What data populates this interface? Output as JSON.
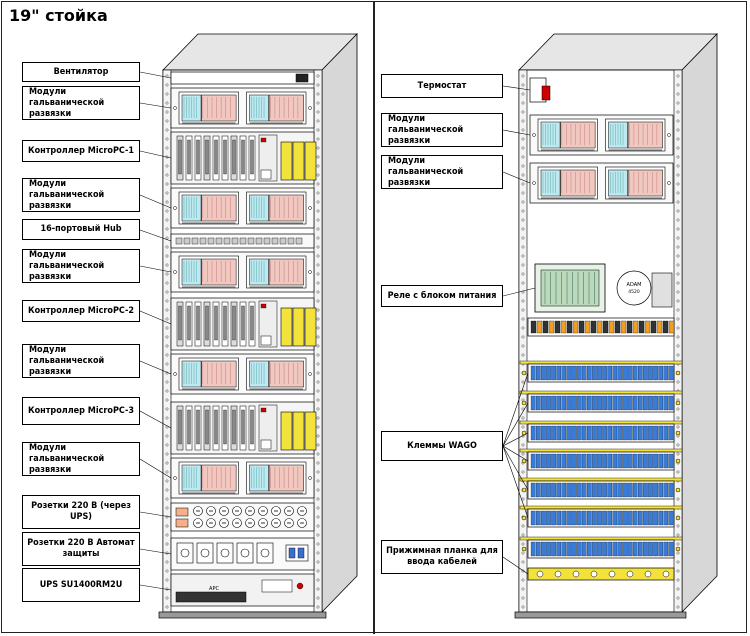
{
  "title": "19\" стойка",
  "left_labels": [
    "Вентилятор",
    "Модули гальванической развязки",
    "Контроллер MicroPC-1",
    "Модули гальванической развязки",
    "16-портовый Hub",
    "Модули гальванической развязки",
    "Контроллер MicroPC-2",
    "Модули гальванической развязки",
    "Контроллер MicroPC-3",
    "Модули гальванической развязки",
    "Розетки 220 В (через UPS)",
    "Розетки 220 В Автомат защиты",
    "UPS SU1400RM2U"
  ],
  "right_labels": [
    "Термостат",
    "Модули гальванической развязки",
    "Модули гальванической развязки",
    "Реле с блоком питания",
    "Клеммы WAGO",
    "Прижимная планка для ввода кабелей"
  ],
  "device_text": {
    "adam": "ADAM",
    "adam_model": "4520",
    "ups_brand": "APC"
  },
  "colors": {
    "rack_side": "#d7d7d7",
    "rack_top": "#e6e6e6",
    "module_cyan": "#bfe9f0",
    "module_pink": "#f0c8c0",
    "yellow": "#f2e23a",
    "wago_blue": "#3a7bd5",
    "relay_orange": "#f0a020"
  }
}
